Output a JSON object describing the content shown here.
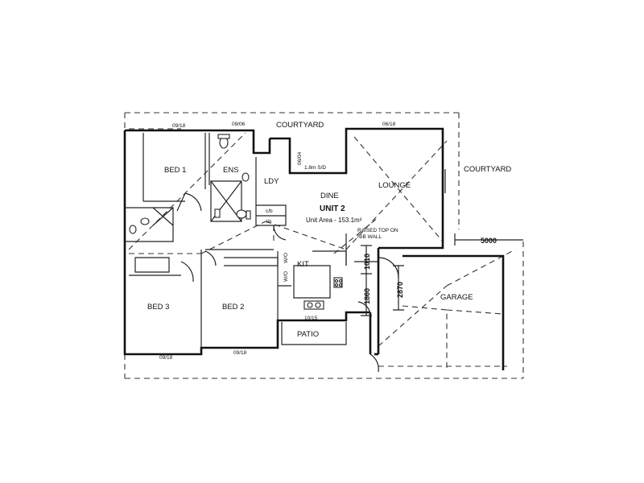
{
  "rooms": {
    "courtyard_top": "COURTYARD",
    "courtyard_right": "COURTYARD",
    "bed1": "BED 1",
    "ens": "ENS",
    "ldy": "LDY",
    "dine": "DINE",
    "unit": "UNIT 2",
    "unit_area": "Unit Area - 153.1m²",
    "lounge": "LOUNGE",
    "kit": "KIT",
    "bed3": "BED 3",
    "bed2": "BED 2",
    "patio": "PATIO",
    "garage": "GARAGE"
  },
  "notes": {
    "raised_top_1": "RAISED TOP ON",
    "raised_top_2": "NIB WALL",
    "sliding_door": "1.8m S/D",
    "cb": "c/b",
    "lin": "lin",
    "wo_1": "W/O",
    "wo_2": "W/O"
  },
  "window_codes": {
    "w1": "09/18",
    "w2": "09/06",
    "w3": "06/18",
    "w4": "06/04",
    "w5": "10/15",
    "w6": "09/18",
    "w7": "09/18"
  },
  "dimensions": {
    "d5000": "5000",
    "d1010": "1010",
    "d1860": "1860",
    "d2870": "2870"
  }
}
